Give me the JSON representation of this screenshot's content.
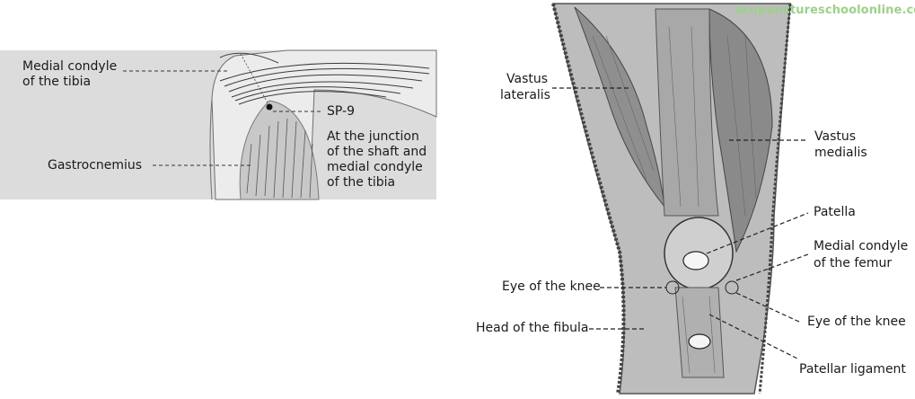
{
  "left_figure": {
    "labels": {
      "medial_condyle_tibia_1": "Medial condyle",
      "medial_condyle_tibia_2": "of the tibia",
      "sp9": "SP-9",
      "junction_1": "At the junction",
      "junction_2": "of the shaft and",
      "junction_3": "medial condyle",
      "junction_4": "of the tibia",
      "gastrocnemius": "Gastrocnemius"
    }
  },
  "right_figure": {
    "watermark": "acupunctureschoolonline.com",
    "labels": {
      "vastus_lateralis_1": "Vastus",
      "vastus_lateralis_2": "lateralis",
      "vastus_medialis_1": "Vastus",
      "vastus_medialis_2": "medialis",
      "patella": "Patella",
      "medial_condyle_femur_1": "Medial condyle",
      "medial_condyle_femur_2": "of the femur",
      "eye_knee_left": "Eye of the knee",
      "eye_knee_right": "Eye of the knee",
      "head_fibula": "Head of the fibula",
      "patellar_ligament": "Patellar ligament"
    }
  },
  "colors": {
    "panel_bg": "#dcdcdc",
    "skin": "#ececec",
    "muscle": "#8a8a8a",
    "watermark": "#9fd08a"
  }
}
